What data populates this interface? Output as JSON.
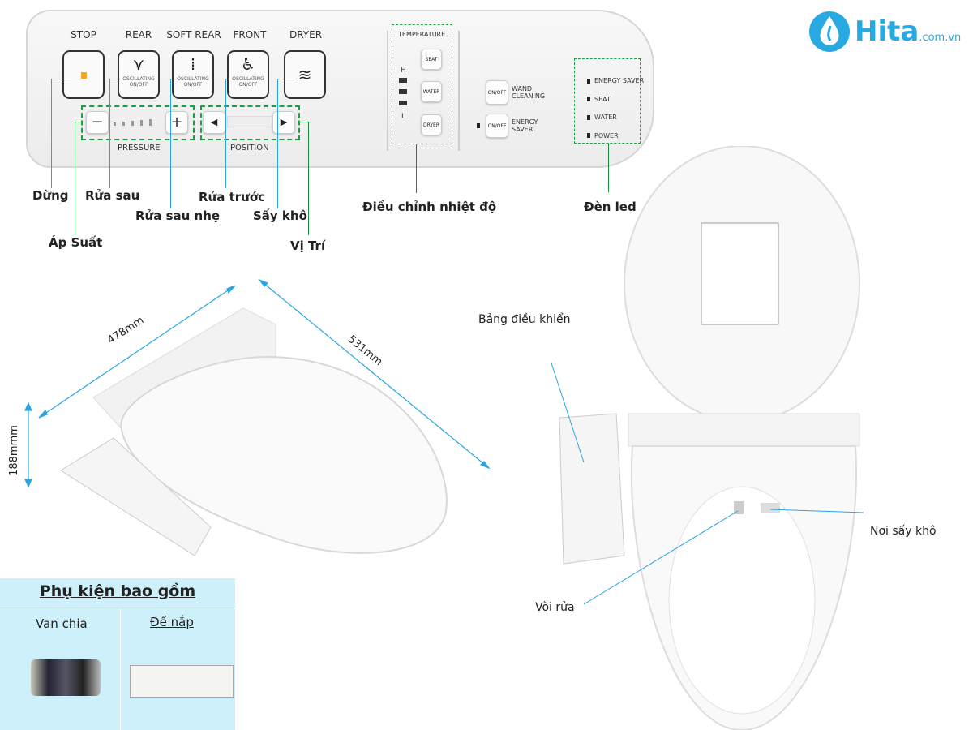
{
  "brand": {
    "name": "Hita",
    "domain": ".com.vn",
    "color": "#29a9e1"
  },
  "panel": {
    "buttons": [
      {
        "label": "STOP",
        "icon": "stop-indicator-icon",
        "sub": ""
      },
      {
        "label": "REAR",
        "icon": "rear-spray-icon",
        "sub": "OSCILLATING ON/OFF"
      },
      {
        "label": "SOFT REAR",
        "icon": "soft-rear-spray-icon",
        "sub": "OSCILLATING ON/OFF"
      },
      {
        "label": "FRONT",
        "icon": "front-spray-icon",
        "sub": "OSCILLATING ON/OFF"
      },
      {
        "label": "DRYER",
        "icon": "dryer-waves-icon",
        "sub": ""
      }
    ],
    "pressure": {
      "label": "PRESSURE",
      "minus": "−",
      "plus": "+"
    },
    "position": {
      "label": "POSITION",
      "left": "◀",
      "right": "▶"
    },
    "temperature": {
      "title": "TEMPERATURE",
      "high": "H",
      "low": "L",
      "buttons": [
        "SEAT",
        "WATER",
        "DRYER"
      ]
    },
    "wand": {
      "button": "ON/OFF",
      "label1": "WAND",
      "label2": "CLEANING"
    },
    "energy": {
      "button": "ON/OFF",
      "label1": "ENERGY",
      "label2": "SAVER"
    },
    "leds": [
      "ENERGY SAVER",
      "SEAT",
      "WATER",
      "POWER"
    ]
  },
  "callouts": {
    "stop": "Dừng",
    "rear": "Rửa sau",
    "soft_rear": "Rửa sau nhẹ",
    "front": "Rửa trước",
    "dryer": "Sấy khô",
    "pressure": "Áp Suất",
    "position": "Vị Trí",
    "temperature": "Điều chỉnh nhiệt độ",
    "led": "Đèn led"
  },
  "dimensions": {
    "width": "478mm",
    "length": "531mm",
    "height": "188mmm"
  },
  "product_notes": {
    "control_panel": "Bảng điều khiển",
    "nozzle": "Vòi rửa",
    "dryer_outlet": "Nơi sấy khô"
  },
  "accessories": {
    "title": "Phụ kiện bao gồm",
    "items": [
      "Van chia",
      "Đế nắp"
    ]
  },
  "colors": {
    "callout_line": "#2aa5e0",
    "dashed_box": "#1aa040",
    "accessory_bg": "#cdf0fb",
    "stop_led": "#f5a623"
  }
}
